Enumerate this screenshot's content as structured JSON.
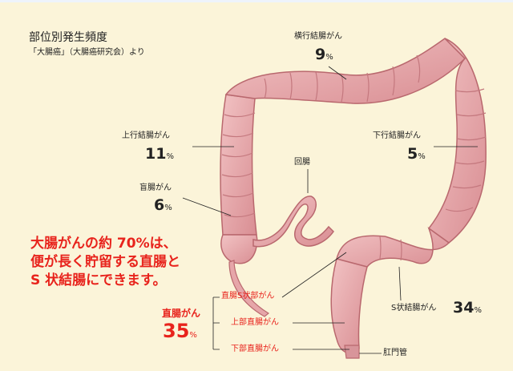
{
  "header": {
    "title": "部位別発生頻度",
    "source": "「大腸癌」（大腸癌研究会）より"
  },
  "parts": {
    "transverse": {
      "label": "横行結腸がん",
      "value": "9",
      "unit": "%"
    },
    "ascending": {
      "label": "上行結腸がん",
      "value": "11",
      "unit": "%"
    },
    "descending": {
      "label": "下行結腸がん",
      "value": "5",
      "unit": "%"
    },
    "cecum": {
      "label": "盲腸がん",
      "value": "6",
      "unit": "%"
    },
    "sigmoid": {
      "label": "S状結腸がん",
      "value": "34",
      "unit": "%"
    },
    "rectum": {
      "label": "直腸がん",
      "value": "35",
      "unit": "%"
    }
  },
  "anatomy": {
    "ileum": "回腸",
    "anus": "肛門管",
    "rectum_parts": [
      "直腸S状部がん",
      "上部直腸がん",
      "下部直腸がん"
    ]
  },
  "lead": {
    "line1": "大腸がんの約 70%は、",
    "line2": "便が長く貯留する直腸と",
    "line3": "S 状結腸にできます。"
  },
  "colors": {
    "background": "#fbf4d9",
    "intestine": "#e9aeb0",
    "intestine_edge": "#b9686e",
    "accent_red": "#e8231c"
  }
}
